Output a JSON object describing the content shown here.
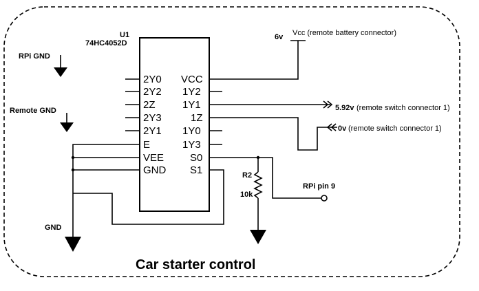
{
  "border": {
    "style": "dashed"
  },
  "chip": {
    "ref": "U1",
    "part": "74HC4052D",
    "left_pins": [
      "2Y0",
      "2Y2",
      "2Z",
      "2Y3",
      "2Y1",
      "E",
      "VEE",
      "GND"
    ],
    "right_pins": [
      "VCC",
      "1Y2",
      "1Y1",
      "1Z",
      "1Y0",
      "1Y3",
      "S0",
      "S1"
    ]
  },
  "labels": {
    "rpi_gnd": "RPi GND",
    "remote_gnd": "Remote GND",
    "gnd": "GND",
    "vcc_value": "6v",
    "vcc_note": "Vcc (remote battery connector)",
    "sw1_value": "5.92v",
    "sw1_note": " (remote switch connector 1)",
    "sw2_value": "0v",
    "sw2_note": "(remote switch connector 1)",
    "r2_ref": "R2",
    "r2_value": "10k",
    "rpi_pin": "RPi pin 9",
    "title": "Car starter control"
  }
}
